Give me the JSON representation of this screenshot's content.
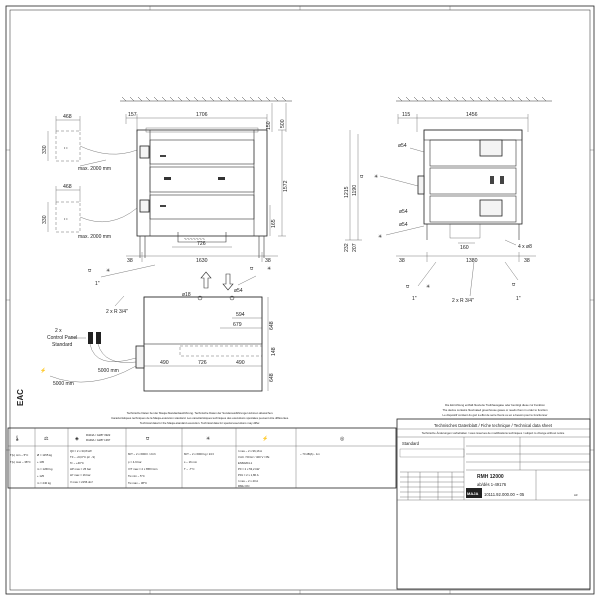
{
  "left_view": {
    "dims": {
      "d468_top": "468",
      "d330_top": "330",
      "d157": "157",
      "d1706": "1706",
      "d150": "150",
      "d500": "500",
      "d1572": "1572",
      "d165": "165",
      "d468_bot": "468",
      "d330_bot": "330",
      "d38_left": "38",
      "d726": "726",
      "d1630": "1630",
      "d38_right": "38"
    },
    "max_top": "max. 2000 mm",
    "max_bot": "max. 2000 mm",
    "phi18": "ø18",
    "phi54": "ø54",
    "inlet_mark": "1\"",
    "thread": "2 x R 3/4\""
  },
  "right_view": {
    "dims": {
      "d115": "115",
      "d1456": "1456",
      "d1215": "1215",
      "d1190": "1190",
      "d232": "232",
      "d207": "207",
      "d38_l": "38",
      "d160": "160",
      "d1380": "1380",
      "d38_r": "38"
    },
    "phi54_a": "ø54",
    "phi54_b": "ø54",
    "phi54_c": "ø54",
    "holes": "4 x ø8",
    "thread": "2 x R 3/4\"",
    "inlet_l": "1\"",
    "inlet_r": "1\""
  },
  "bottom_view": {
    "dims": {
      "d594": "594",
      "d679": "679",
      "d648_a": "648",
      "d648_b": "648",
      "d490_l": "490",
      "d726": "726",
      "d490_r": "490",
      "d148": "148"
    },
    "panel_lines": [
      "2 x",
      "Control Panel",
      "Standard"
    ],
    "cable_a": "5000 mm",
    "cable_b": "5000 mm",
    "eac": "EAC"
  },
  "notice": {
    "lines": [
      "Technische Daten bei der Mauja-Standardausführung. Technische Daten der Sonderausführungen können abweichen.",
      "Caractéristiques techniques de la Mauja-exécution standard. Les caractéristiques techniques des exécutions spéciales peuvent être différentes.",
      "Technical data for the Mauja-standard execution. Technical data for special executions may differ."
    ]
  },
  "specs": {
    "c1": [
      "T(L) min ~ 5°C",
      "T(L) max ~ 38°C"
    ],
    "c2": [
      "Ø = 1155 kg",
      "+ 105",
      "m = 1260 kg",
      "+ 125",
      "m = 240 kg"
    ],
    "c3": [
      "Q0 = 2 x 33,8 kW",
      "T0 ~ -23,0°C (α/ - 9)",
      "Tc ~ +40°C",
      "HP max = 25 bar",
      "LP max = 16 bar",
      "V max = 2156 dm³"
    ],
    "c4": [
      "M/T ~ 2 x 6000 l / 24 h",
      "p = 4-6 bar",
      "V/T max = 2 x 858 l/min",
      "Tw min ~ 5°C",
      "Tw max ~ 38°C"
    ],
    "c5": [
      "M/T ~ 2 x 6000 kg / 24 h",
      "s ~ 16 mm",
      "T ~ -7°C"
    ],
    "c6": [
      "I max ~ 2 x 96,16 A",
      "3 AC / 50 Hz / 400 V / PE",
      "EN60204-1",
      "P0 = 2 x 53,2 kW",
      "P01 = 2 x 1,86 A",
      "I max ~ 2 x 40 A",
      "RMH ON"
    ],
    "c7": [
      "~ 70 dB(A) - 1m"
    ],
    "f1": "R404A / GWP 3922",
    "f2": "R449A / GWP 1397"
  },
  "warning": {
    "lines": [
      "Die Einrichtung enthält fluorierte Treibhausgase oder benötigt diese zur Funktion",
      "The device contains fluorinated greenhouse gases or needs them in order to function",
      "Le dispositif contient du gaz à effet de serre fluoré ou en a besoin pour le fonctionner"
    ]
  },
  "title_block": {
    "title": "Technisches Datenblatt / Fiche technique / Technical data sheet",
    "subtitle": "Technische Änderungen vorbehalten / sous réserves de modifications techniques / subject to change without notice",
    "standard": "Standard",
    "model": "RMH 12000",
    "model_sub": "ab/dès 1-49176",
    "logo": "MAJA",
    "number": "10111.92.000.00 ~ 05",
    "sheet": "A3"
  }
}
